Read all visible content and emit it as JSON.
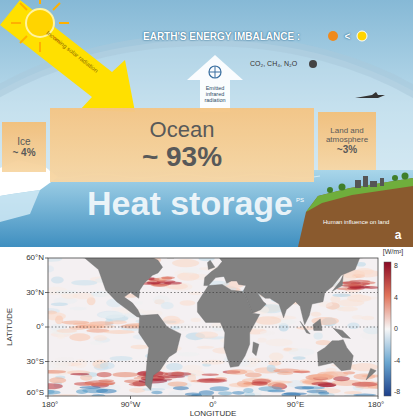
{
  "diagram": {
    "nodes": [
      {
        "text": [
          "Ice",
          "~ 4%"
        ]
      },
      {
        "text": [
          "Ocean",
          "~ 93%"
        ]
      },
      {
        "text": [
          "Land and atmosphere",
          "~3%"
        ]
      }
    ],
    "edges": [],
    "labels": [
      "EARTH'S ENERGY IMBALANCE :",
      "<",
      "Incoming solar radiation",
      "Emitted infrared radiation",
      "CO₂, CH₄, N₂O",
      "Heat storage",
      "PS",
      "Human influence on land",
      "a",
      "60°N",
      "30°N",
      "0°",
      "30°S",
      "60°S",
      "LATITUDE",
      "180°",
      "90°W",
      "0°",
      "90°E",
      "180°",
      "LONGITUDE",
      "[W/m²]",
      "8",
      "4",
      "0",
      "-4",
      "-8"
    ]
  }
}
